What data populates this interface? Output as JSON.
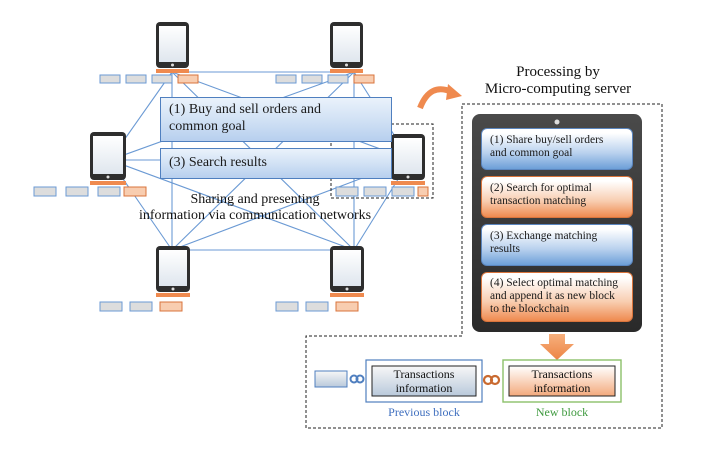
{
  "diagram": {
    "title_line1": "Processing by",
    "title_line2": "Micro-computing server",
    "network": {
      "msg1_line1": "(1) Buy and sell orders and",
      "msg1_line2": "common goal",
      "msg3": "(3) Search results",
      "sharing_line1": "Sharing and presenting",
      "sharing_line2": "information via communication networks"
    },
    "server_steps": {
      "step1_line1": "(1) Share buy/sell orders",
      "step1_line2": "and common goal",
      "step2_line1": "(2) Search for optimal",
      "step2_line2": "transaction matching",
      "step3_line1": "(3) Exchange matching",
      "step3_line2": "results",
      "step4_line1": "(4) Select optimal matching",
      "step4_line2": "and append it as new block",
      "step4_line3": "to the blockchain"
    },
    "chain": {
      "prev_line1": "Transactions",
      "prev_line2": "information",
      "prev_caption": "Previous block",
      "new_line1": "Transactions",
      "new_line2": "information",
      "new_caption": "New block"
    },
    "colors": {
      "blue_accent": "#4f7fbf",
      "orange_accent": "#ef8a4f",
      "green_border": "#8cc06a",
      "new_block_caption": "#3f9a3f",
      "previous_block_caption": "#3f6fbf"
    }
  }
}
